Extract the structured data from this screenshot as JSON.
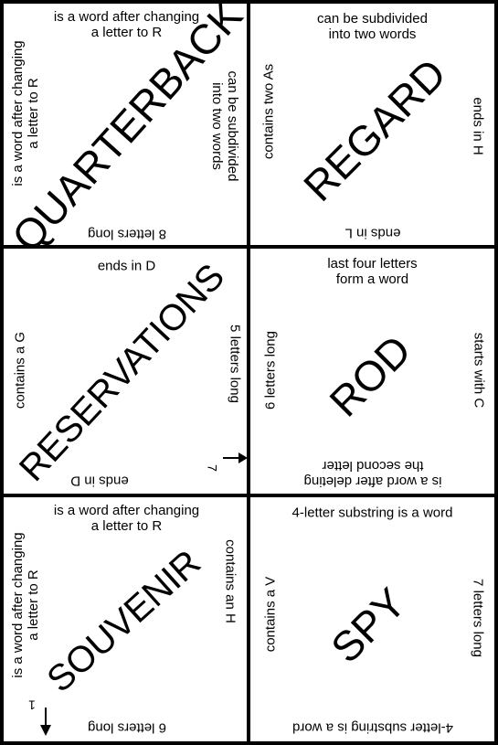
{
  "tiles": [
    {
      "word": "QUARTERBACK",
      "clues": {
        "top": [
          "is a word after changing",
          "a letter to R"
        ],
        "right": [
          "can be subdivided",
          "into two words"
        ],
        "bottom": [
          "8 letters long"
        ],
        "left": [
          "is a word after changing",
          "a letter to R"
        ]
      }
    },
    {
      "word": "REGARD",
      "clues": {
        "top": [
          "can be subdivided",
          "into two words"
        ],
        "right": [
          "ends in H"
        ],
        "bottom": [
          "ends in L"
        ],
        "left": [
          "contains two As"
        ]
      }
    },
    {
      "word": "RESERVATIONS",
      "clues": {
        "top": [
          "ends in D"
        ],
        "right": [
          "5 letters long"
        ],
        "bottom": [
          "ends in D"
        ],
        "left": [
          "contains a G"
        ]
      },
      "marker": "7"
    },
    {
      "word": "ROD",
      "clues": {
        "top": [
          "last four letters",
          "form a word"
        ],
        "right": [
          "starts with C"
        ],
        "bottom": [
          "is a word after deleting",
          "the second letter"
        ],
        "left": [
          "6 letters long"
        ]
      }
    },
    {
      "word": "SOUVENIR",
      "clues": {
        "top": [
          "is a word after changing",
          "a letter to R"
        ],
        "right": [
          "contains an H"
        ],
        "bottom": [
          "6 letters long"
        ],
        "left": [
          "is a word after changing",
          "a letter to R"
        ]
      },
      "marker": "1"
    },
    {
      "word": "SPY",
      "clues": {
        "top": [
          "4-letter substring is a word"
        ],
        "right": [
          "7 letters long"
        ],
        "bottom": [
          "4-letter substring is a word"
        ],
        "left": [
          "contains a V"
        ]
      }
    }
  ]
}
